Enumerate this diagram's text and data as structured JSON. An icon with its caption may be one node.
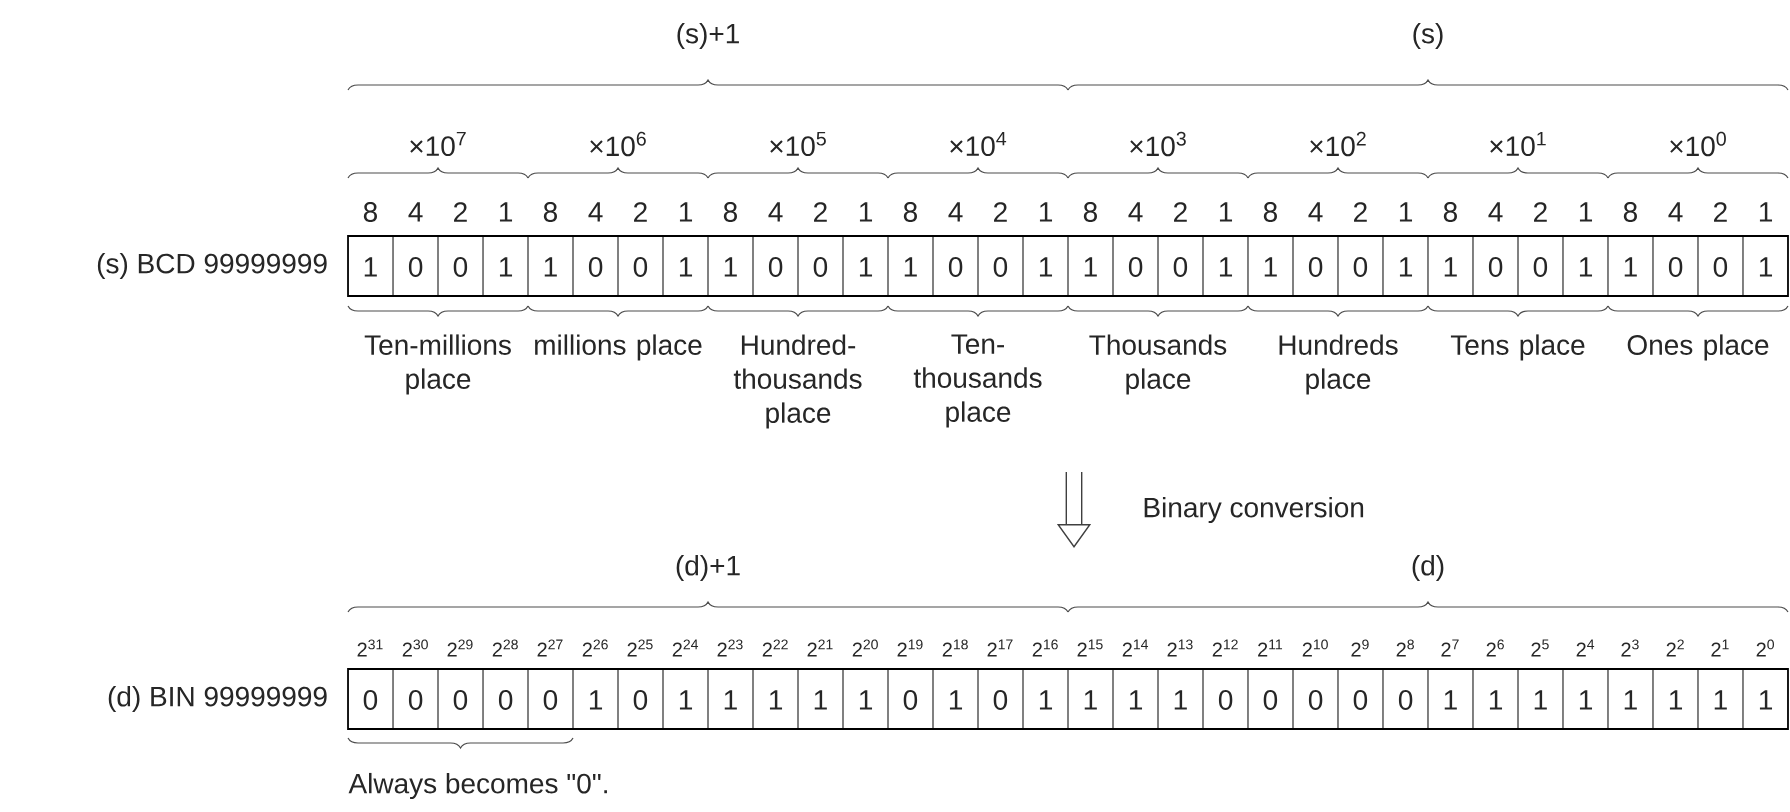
{
  "diagram": {
    "nodes": [
      {
        "text": [
          "(s)  BCD 99999999"
        ]
      },
      {
        "text": [
          "(d)  BIN 99999999"
        ]
      }
    ],
    "labels": [
      "(s)+1",
      "(s)",
      "×10$^{7}$",
      "×10$^{6}$",
      "×10$^{5}$",
      "×10$^{4}$",
      "×10$^{3}$",
      "×10$^{2}$",
      "×10$^{1}$",
      "×10$^{0}$",
      "8",
      "4",
      "2",
      "1",
      "8",
      "4",
      "2",
      "1",
      "8",
      "4",
      "2",
      "1",
      "8",
      "4",
      "2",
      "1",
      "8",
      "4",
      "2",
      "1",
      "8",
      "4",
      "2",
      "1",
      "8",
      "4",
      "2",
      "1",
      "8",
      "4",
      "2",
      "1",
      "1",
      "0",
      "0",
      "1",
      "1",
      "0",
      "0",
      "1",
      "1",
      "0",
      "0",
      "1",
      "1",
      "0",
      "0",
      "1",
      "1",
      "0",
      "0",
      "1",
      "1",
      "0",
      "0",
      "1",
      "1",
      "0",
      "0",
      "1",
      "1",
      "0",
      "0",
      "1",
      "Ten-millions place",
      "millions place",
      "Hundred-thousands place",
      "Ten-thousands place",
      "Thousands place",
      "Hundreds place",
      "Tens place",
      "Ones place",
      "Binary conversion",
      "(d)+1",
      "(d)",
      "2$^{31}$",
      "2$^{30}$",
      "2$^{29}$",
      "2$^{28}$",
      "2$^{27}$",
      "2$^{26}$",
      "2$^{25}$",
      "2$^{24}$",
      "2$^{23}$",
      "2$^{22}$",
      "2$^{21}$",
      "2$^{20}$",
      "2$^{19}$",
      "2$^{18}$",
      "2$^{17}$",
      "2$^{16}$",
      "2$^{15}$",
      "2$^{14}$",
      "2$^{13}$",
      "2$^{12}$",
      "2$^{11}$",
      "2$^{10}$",
      "2$^{9}$",
      "2$^{8}$",
      "2$^{7}$",
      "2$^{6}$",
      "2$^{5}$",
      "2$^{4}$",
      "2$^{3}$",
      "2$^{2}$",
      "2$^{1}$",
      "2$^{0}$",
      "0",
      "0",
      "0",
      "0",
      "0",
      "1",
      "0",
      "1",
      "1",
      "1",
      "1",
      "1",
      "0",
      "1",
      "0",
      "1",
      "1",
      "1",
      "1",
      "0",
      "0",
      "0",
      "0",
      "0",
      "1",
      "1",
      "1",
      "1",
      "1",
      "1",
      "1",
      "1",
      "Always becomes \"0\"."
    ]
  }
}
